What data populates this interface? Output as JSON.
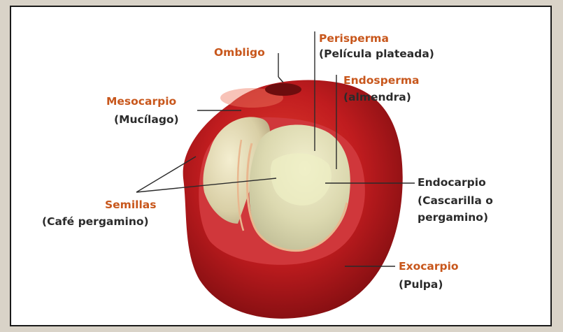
{
  "labels": {
    "ombligo": "Ombligo",
    "perisperma": "Perisperma",
    "perisperma_sub": "(Película plateada)",
    "endosperma": "Endosperma",
    "endosperma_sub": "(almendra)",
    "mesocarpio": "Mesocarpio",
    "mesocarpio_sub": "(Mucílago)",
    "semillas": "Semillas",
    "semillas_sub": "(Café pergamino)",
    "endocarpio": "Endocarpio",
    "endocarpio_sub1": "(Cascarilla o",
    "endocarpio_sub2": "pergamino)",
    "exocarpio": "Exocarpio",
    "exocarpio_sub": "(Pulpa)"
  },
  "colors": {
    "label_accent": "#c8571c",
    "label_text": "#2b2b2b",
    "cherry_red": "#b0141a",
    "seed_cream": "#e6e2b8"
  }
}
